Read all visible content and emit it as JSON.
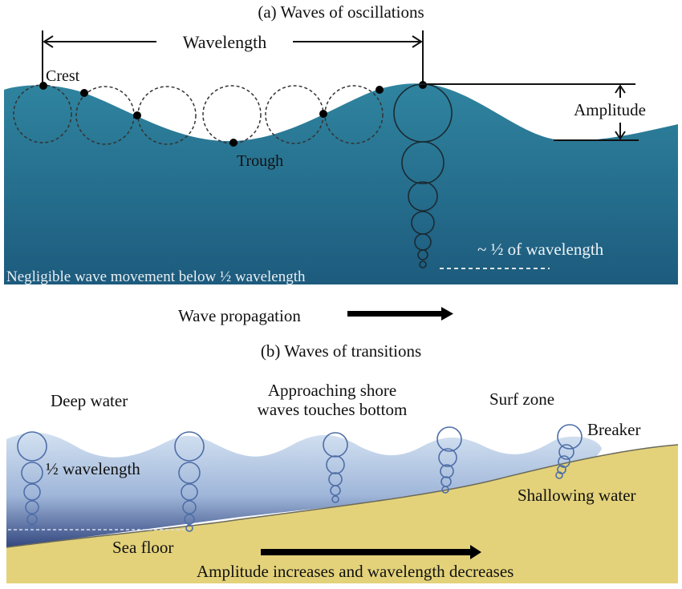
{
  "panel_a": {
    "title": "(a) Waves of oscillations",
    "wavelength_label": "Wavelength",
    "crest_label": "Crest",
    "trough_label": "Trough",
    "amplitude_label": "Amplitude",
    "half_wavelength_label": "~ ½ of wavelength",
    "negligible_label": "Negligible wave movement below ½ wavelength",
    "water_color_top": "#2f7f9a",
    "water_color_bottom": "#1f5a7c"
  },
  "propagation": {
    "label": "Wave propagation"
  },
  "panel_b": {
    "title": "(b) Waves of transitions",
    "deep_water_label": "Deep water",
    "approaching_label_line1": "Approaching shore",
    "approaching_label_line2": "waves touches bottom",
    "surf_zone_label": "Surf zone",
    "breaker_label": "Breaker",
    "half_wavelength_label": "½ wavelength",
    "shallowing_label": "Shallowing water",
    "sea_floor_label": "Sea floor",
    "amplitude_label": "Amplitude increases and wavelength decreases",
    "water_color_top": "#c9d8ec",
    "water_color_bottom": "#3a4f86",
    "sand_color": "#e3d27a"
  }
}
